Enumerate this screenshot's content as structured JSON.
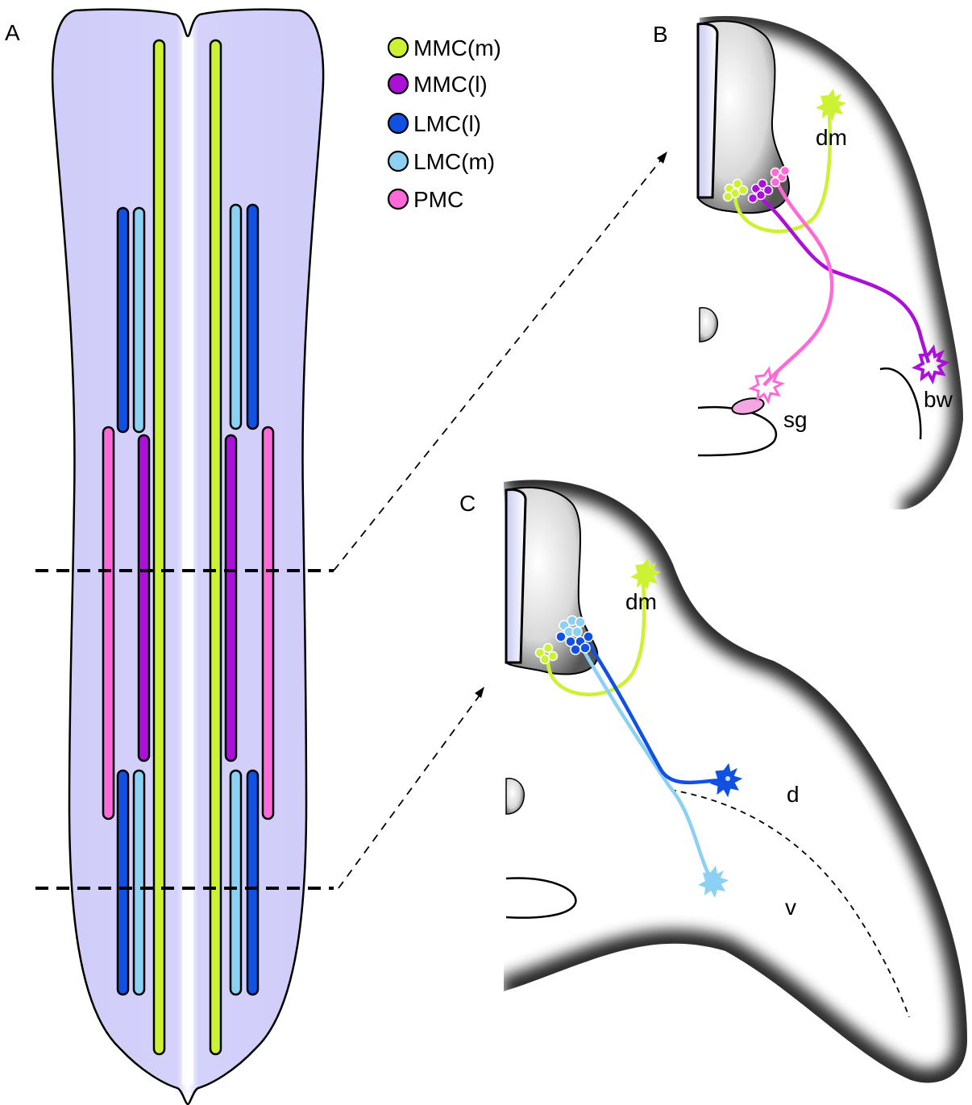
{
  "panels": {
    "a": "A",
    "b": "B",
    "c": "C"
  },
  "legend": [
    {
      "label": "MMC(m)",
      "color": "#ccf233"
    },
    {
      "label": "MMC(l)",
      "color": "#aa10d8"
    },
    {
      "label": "LMC(l)",
      "color": "#1150e0"
    },
    {
      "label": "LMC(m)",
      "color": "#8cd0f4"
    },
    {
      "label": "PMC",
      "color": "#ff6ad8"
    }
  ],
  "colors": {
    "spinal_cord_fill": "#cfcdf9",
    "mmc_m": "#ccf233",
    "mmc_l": "#aa10d8",
    "lmc_l": "#1150e0",
    "lmc_m": "#8cd0f4",
    "pmc": "#ff6ad8"
  },
  "panel_b_labels": {
    "dm": "dm",
    "sg": "sg",
    "bw": "bw"
  },
  "panel_c_labels": {
    "dm": "dm",
    "d": "d",
    "v": "v"
  },
  "icons": [
    "motor-neuron-cluster-icon",
    "muscle-target-icon",
    "dashed-arrow-icon"
  ]
}
